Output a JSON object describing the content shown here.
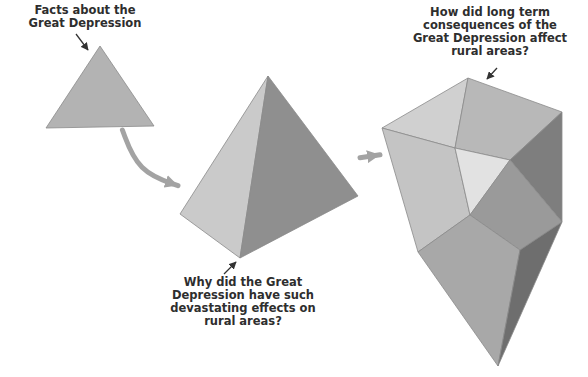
{
  "diagram": {
    "nodes": [
      {
        "text": [
          "Facts about the Great Depression"
        ]
      },
      {
        "text": [
          "Why did the Great Depression have such devastating effects on rural areas?"
        ]
      },
      {
        "text": [
          "How did long term consequences of the Great Depression affect rural areas?"
        ]
      }
    ],
    "edges": [
      {
        "from": 0,
        "to": 1,
        "arrow": "to"
      },
      {
        "from": 1,
        "to": 2,
        "arrow": "to"
      }
    ]
  }
}
